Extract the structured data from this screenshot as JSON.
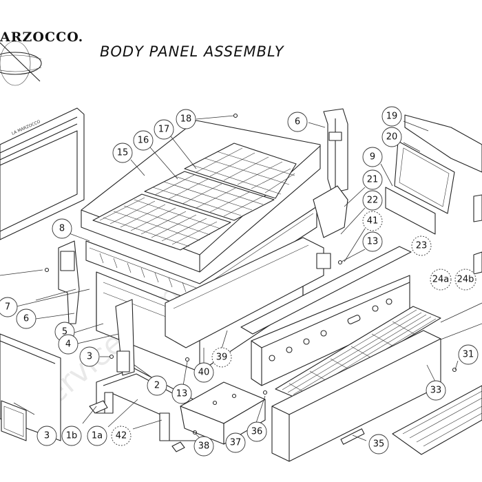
{
  "header": {
    "brand": "ARZOCCO.",
    "title": "BODY PANEL ASSEMBLY"
  },
  "watermark": "udservice.com",
  "callouts": [
    {
      "label": "18",
      "dashed": false
    },
    {
      "label": "17",
      "dashed": false
    },
    {
      "label": "16",
      "dashed": false
    },
    {
      "label": "15",
      "dashed": false
    },
    {
      "label": "6",
      "dashed": false
    },
    {
      "label": "19",
      "dashed": false
    },
    {
      "label": "20",
      "dashed": false
    },
    {
      "label": "9",
      "dashed": false
    },
    {
      "label": "21",
      "dashed": false
    },
    {
      "label": "22",
      "dashed": false
    },
    {
      "label": "41",
      "dashed": true
    },
    {
      "label": "13",
      "dashed": false
    },
    {
      "label": "23",
      "dashed": true
    },
    {
      "label": "24a",
      "dashed": true
    },
    {
      "label": "24b",
      "dashed": true
    },
    {
      "label": "8",
      "dashed": false
    },
    {
      "label": "7",
      "dashed": false
    },
    {
      "label": "6",
      "dashed": false
    },
    {
      "label": "5",
      "dashed": false
    },
    {
      "label": "4",
      "dashed": false
    },
    {
      "label": "3",
      "dashed": false
    },
    {
      "label": "2",
      "dashed": false
    },
    {
      "label": "13",
      "dashed": false
    },
    {
      "label": "39",
      "dashed": true
    },
    {
      "label": "40",
      "dashed": false
    },
    {
      "label": "31",
      "dashed": false
    },
    {
      "label": "33",
      "dashed": false
    },
    {
      "label": "3",
      "dashed": false
    },
    {
      "label": "1b",
      "dashed": false
    },
    {
      "label": "1a",
      "dashed": false
    },
    {
      "label": "42",
      "dashed": true
    },
    {
      "label": "38",
      "dashed": false
    },
    {
      "label": "37",
      "dashed": false
    },
    {
      "label": "36",
      "dashed": false
    },
    {
      "label": "35",
      "dashed": false
    }
  ]
}
